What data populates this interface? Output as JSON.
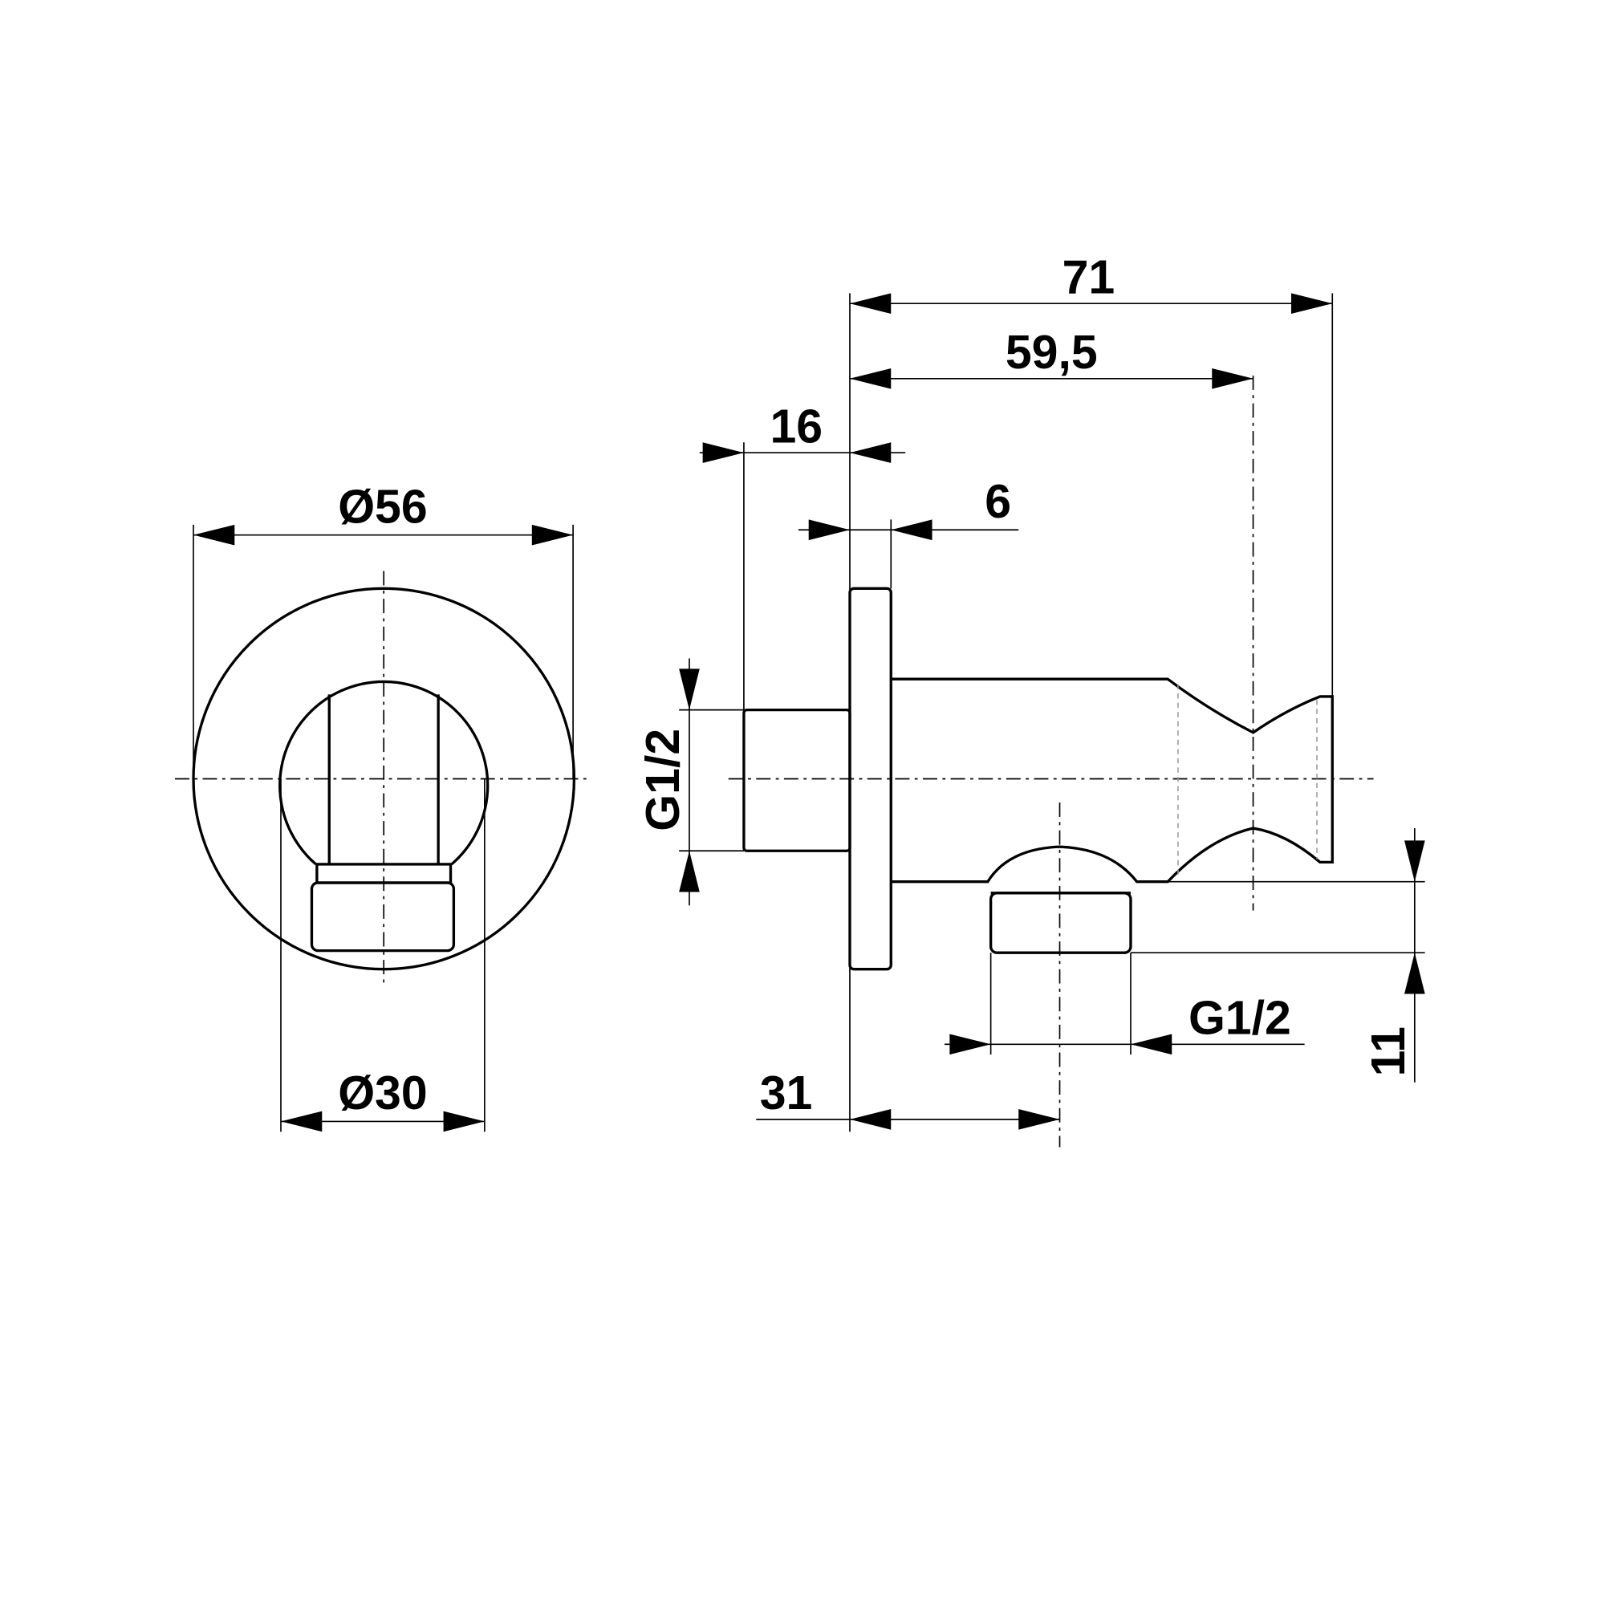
{
  "drawing": {
    "front_view": {
      "outer_diameter": "Ø56",
      "inner_diameter": "Ø30"
    },
    "side_view": {
      "total_length": "71",
      "holder_center": "59,5",
      "thread_length": "16",
      "flange_thickness": "6",
      "inlet_thread": "G1/2",
      "outlet_thread": "G1/2",
      "outlet_offset": "31",
      "outlet_height": "11"
    }
  }
}
